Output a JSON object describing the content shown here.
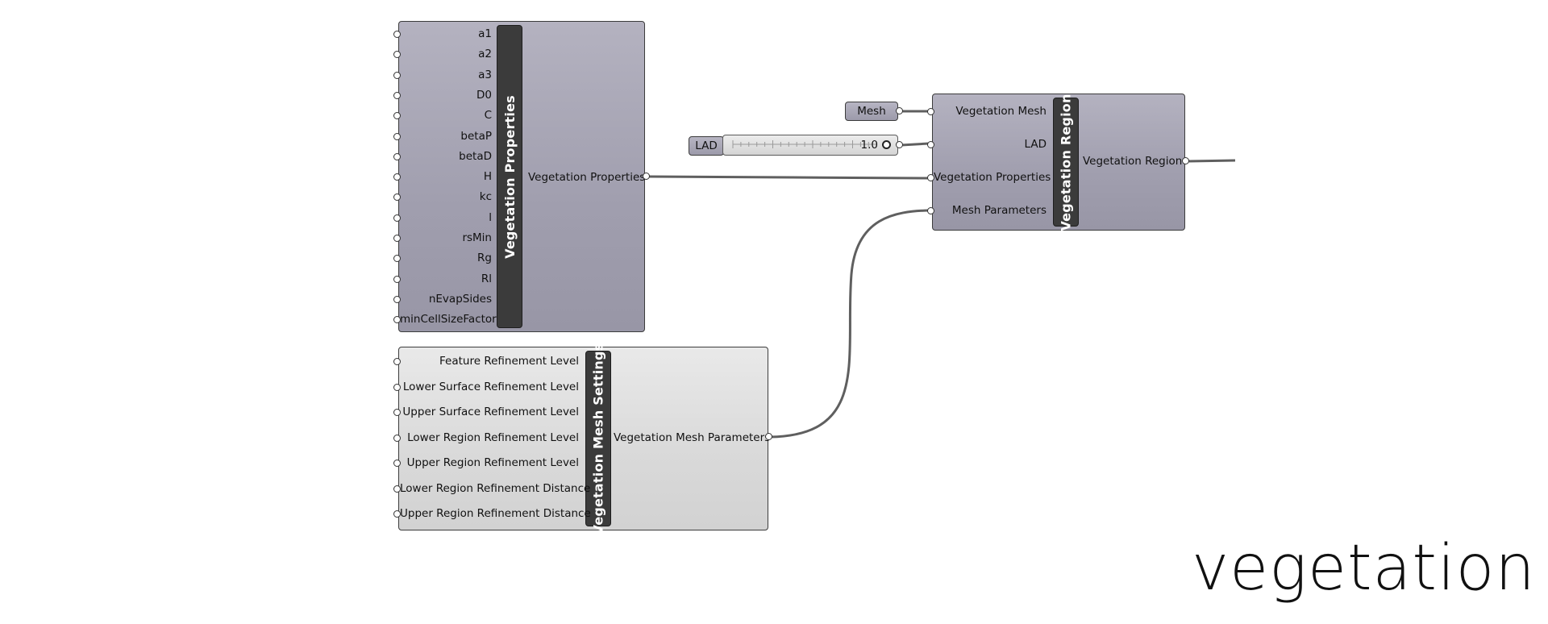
{
  "canvas": {
    "caption": "vegetation",
    "colors": {
      "purple_node": "#a09eae",
      "grey_node": "#d9d9d9",
      "title_bar": "#3b3b3b",
      "wire": "#5f5f5f"
    }
  },
  "vegetation_properties_node": {
    "title": "Vegetation Properties",
    "inputs": [
      "a1",
      "a2",
      "a3",
      "D0",
      "C",
      "betaP",
      "betaD",
      "H",
      "kc",
      "l",
      "rsMin",
      "Rg",
      "Rl",
      "nEvapSides",
      "minCellSizeFactor"
    ],
    "output": "Vegetation Properties"
  },
  "vegetation_mesh_settings_node": {
    "title": "Vegetation Mesh Settings",
    "inputs": [
      "Feature Refinement Level",
      "Lower Surface Refinement Level",
      "Upper Surface Refinement Level",
      "Lower Region Refinement Level",
      "Upper Region Refinement Level",
      "Lower Region Refinement Distance",
      "Upper Region Refinement Distance"
    ],
    "output": "Vegetation Mesh Parameters"
  },
  "vegetation_region_node": {
    "title": "Vegetation Region",
    "inputs": [
      "Vegetation Mesh",
      "LAD",
      "Vegetation Properties",
      "Mesh Parameters"
    ],
    "output": "Vegetation Region"
  },
  "mesh_param": {
    "label": "Mesh"
  },
  "lad_slider": {
    "label": "LAD",
    "value": "1.0",
    "fraction": 1.0
  }
}
